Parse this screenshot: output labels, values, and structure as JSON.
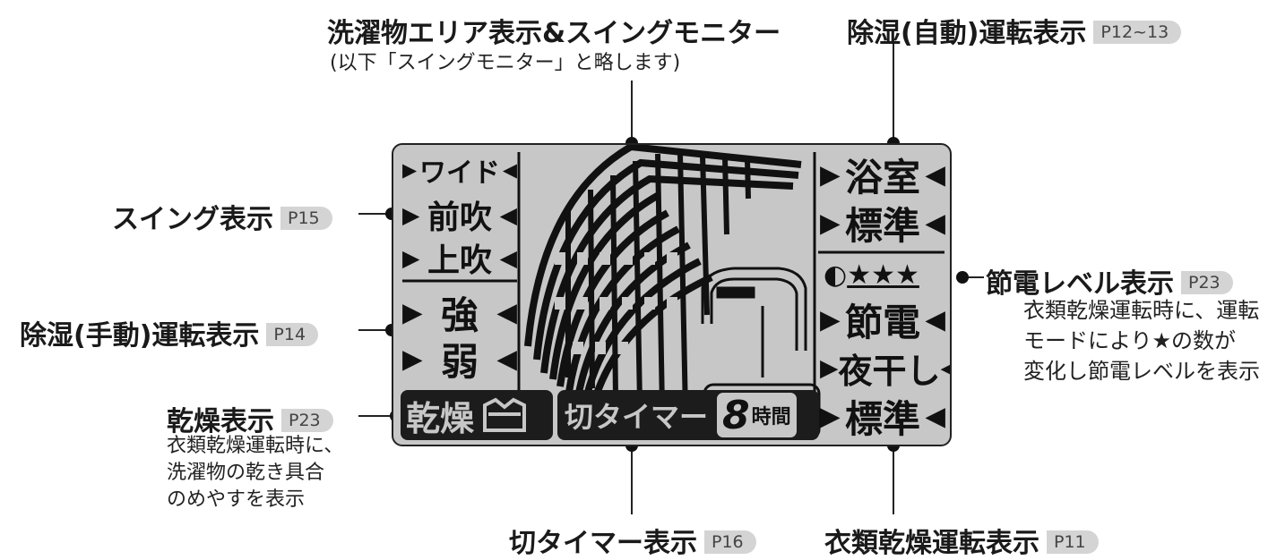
{
  "callouts": {
    "top_center": {
      "title": "洗濯物エリア表示&スイングモニター",
      "subtitle": "(以下「スイングモニター」と略します)"
    },
    "top_right": {
      "title": "除湿(自動)運転表示",
      "page": "P12~13"
    },
    "swing": {
      "title": "スイング表示",
      "page": "P15"
    },
    "dehumid_manual": {
      "title": "除湿(手動)運転表示",
      "page": "P14"
    },
    "dry": {
      "title": "乾燥表示",
      "page": "P23",
      "lines": [
        "衣類乾燥運転時に、",
        "洗濯物の乾き具合",
        "のめやすを表示"
      ]
    },
    "power_save": {
      "title": "節電レベル表示",
      "page": "P23",
      "lines": [
        "衣類乾燥運転時に、運転",
        "モードにより★の数が",
        "変化し節電レベルを表示"
      ]
    },
    "off_timer": {
      "title": "切タイマー表示",
      "page": "P16"
    },
    "laundry_dry": {
      "title": "衣類乾燥運転表示",
      "page": "P11"
    }
  },
  "lcd": {
    "left_items": [
      "ワイド",
      "前吹",
      "上吹",
      "強",
      "弱"
    ],
    "right_items": [
      "浴室",
      "標準",
      "節電",
      "夜干し",
      "標準"
    ],
    "stars": "★★★",
    "eco_symbol": "◐",
    "dry_label": "乾燥",
    "timer_label": "切タイマー",
    "timer_digit": "8",
    "timer_unit": "時間"
  },
  "colors": {
    "lcd_bg": "#c7c7c7",
    "segment": "#111111",
    "page_badge": "#d4d4d4"
  }
}
